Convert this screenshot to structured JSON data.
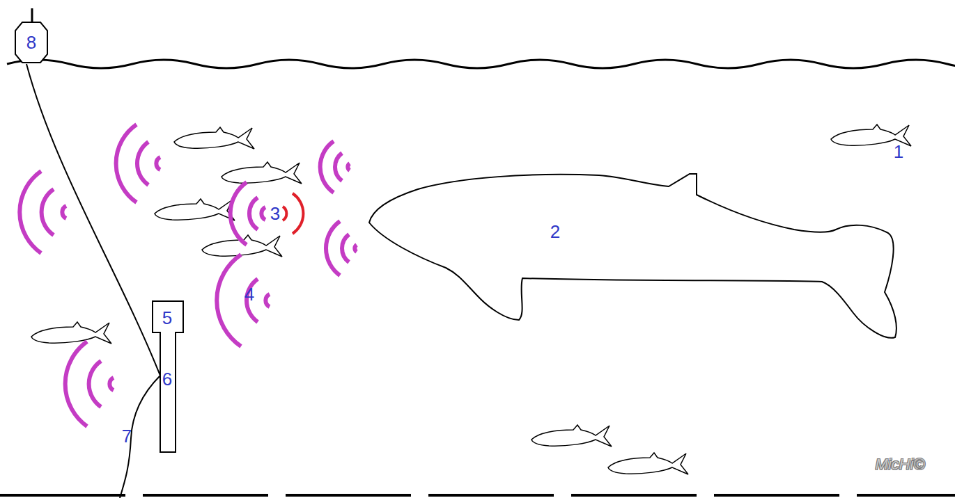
{
  "diagram": {
    "nodes": [
      {
        "text": [
          "8"
        ]
      },
      {
        "text": [
          "2"
        ]
      },
      {
        "text": [
          "5"
        ]
      }
    ],
    "edges": [
      {
        "from": 0,
        "to": 2,
        "arrow": "none"
      }
    ],
    "labels": [
      "1",
      "3",
      "4",
      "6",
      "7",
      "MicHi©"
    ]
  }
}
